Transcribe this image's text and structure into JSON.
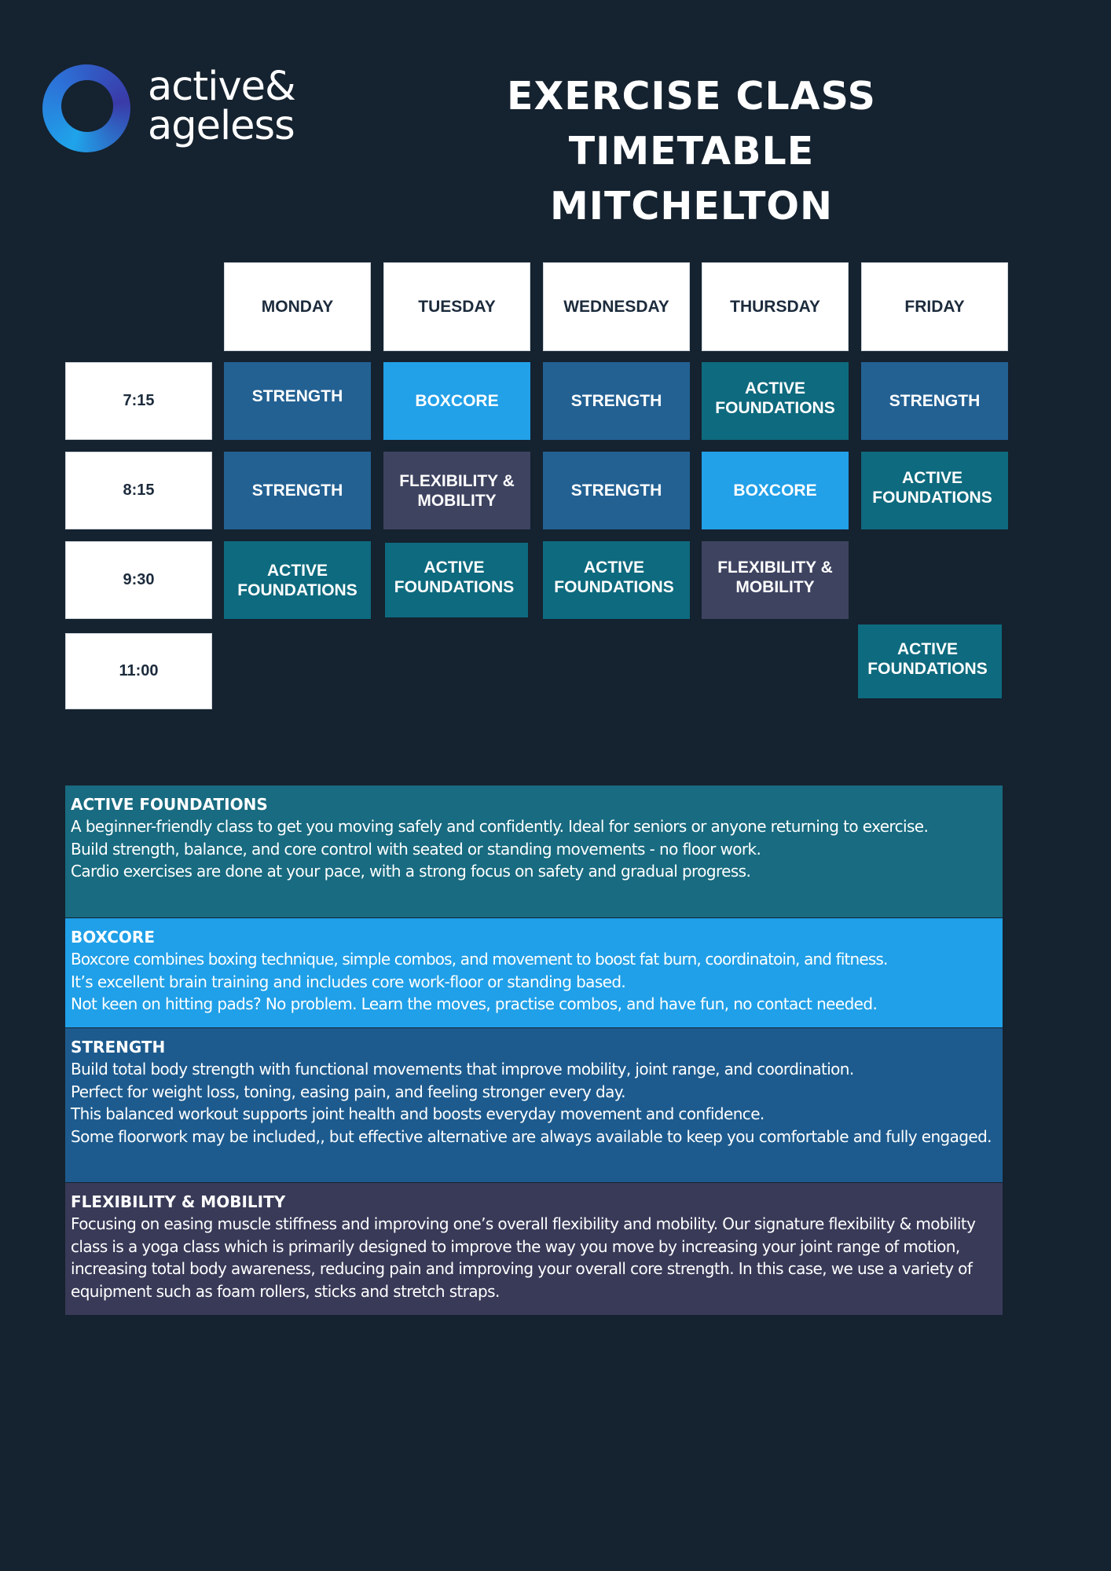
{
  "brand": {
    "logo_line1": "active&",
    "logo_line2": "ageless"
  },
  "title": {
    "line1": "EXERCISE CLASS TIMETABLE",
    "line2": "MITCHELTON"
  },
  "days": [
    "MONDAY",
    "TUESDAY",
    "WEDNESDAY",
    "THURSDAY",
    "FRIDAY"
  ],
  "times": [
    "7:15",
    "8:15",
    "9:30",
    "11:00"
  ],
  "schedule": {
    "t715": {
      "mon": "STRENGTH",
      "tue": "BOXCORE",
      "wed": "STRENGTH",
      "thu": "ACTIVE FOUNDATIONS",
      "fri": "STRENGTH"
    },
    "t815": {
      "mon": "STRENGTH",
      "tue": "FLEXIBILITY & MOBILITY",
      "wed": "STRENGTH",
      "thu": "BOXCORE",
      "fri": "ACTIVE FOUNDATIONS"
    },
    "t930": {
      "mon": "ACTIVE FOUNDATIONS",
      "tue": "ACTIVE FOUNDATIONS",
      "wed": "ACTIVE FOUNDATIONS",
      "thu": "FLEXIBILITY & MOBILITY"
    },
    "t1100": {
      "fri": "ACTIVE FOUNDATIONS"
    }
  },
  "colors": {
    "background": "#15222f",
    "strength": "#236193",
    "boxcore": "#22a0e8",
    "active_foundations": "#0e6a7e",
    "flexibility_mobility": "#3e4360"
  },
  "descriptions": {
    "active": {
      "heading": "ACTIVE FOUNDATIONS",
      "lines": [
        "A beginner-friendly class to get you moving safely and confidently. Ideal for seniors or anyone returning to exercise.",
        "Build strength, balance, and core control with seated or standing movements - no floor work.",
        "Cardio exercises are done at your pace, with a strong focus on safety and gradual progress."
      ]
    },
    "boxcore": {
      "heading": "BOXCORE",
      "lines": [
        "Boxcore combines boxing technique, simple combos, and movement to boost fat burn, coordinatoin, and fitness.",
        "It’s excellent brain training and includes core work-floor or standing based.",
        "Not keen on hitting pads? No problem. Learn the moves, practise combos, and have fun, no contact needed."
      ]
    },
    "strength": {
      "heading": "STRENGTH",
      "lines": [
        "Build total body strength with functional movements that improve mobility, joint range, and coordination.",
        "Perfect for weight loss, toning, easing pain, and feeling stronger every day.",
        "This balanced workout supports joint health and boosts everyday movement and confidence.",
        "Some floorwork may be included,, but effective alternative are always available to keep you comfortable and fully engaged."
      ]
    },
    "flex": {
      "heading": "FLEXIBILITY & MOBILITY",
      "lines": [
        "Focusing on easing muscle stiffness and improving one’s overall flexibility and mobility. Our signature flexibility & mobility class is a yoga class which is primarily designed to improve the way you move by increasing your joint range of motion, increasing total body awareness, reducing pain and improving your overall core strength. In this case, we use a variety of equipment such as foam rollers, sticks and stretch straps."
      ]
    }
  }
}
